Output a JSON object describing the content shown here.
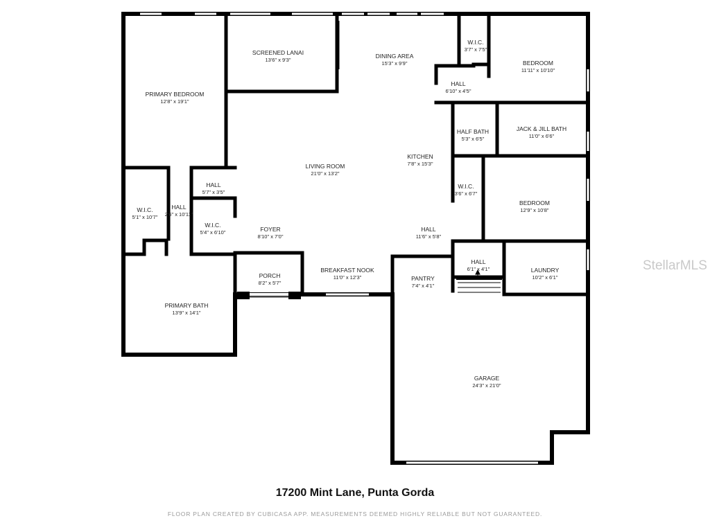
{
  "rooms": [
    {
      "id": "primary-bedroom",
      "name": "PRIMARY BEDROOM",
      "dims": "12'8\" x 19'1\""
    },
    {
      "id": "screened-lanai",
      "name": "SCREENED LANAI",
      "dims": "13'6\" x 9'3\""
    },
    {
      "id": "dining-area",
      "name": "DINING AREA",
      "dims": "15'3\" x 9'9\""
    },
    {
      "id": "wic-top",
      "name": "W.I.C.",
      "dims": "3'7\" x 7'5\""
    },
    {
      "id": "bedroom-top",
      "name": "BEDROOM",
      "dims": "11'11\" x 10'10\""
    },
    {
      "id": "hall-top",
      "name": "HALL",
      "dims": "6'10\" x 4'5\""
    },
    {
      "id": "half-bath",
      "name": "HALF BATH",
      "dims": "5'3\" x 6'5\""
    },
    {
      "id": "jack-jill-bath",
      "name": "JACK & JILL BATH",
      "dims": "11'0\" x 6'6\""
    },
    {
      "id": "kitchen",
      "name": "KITCHEN",
      "dims": "7'8\" x 15'3\""
    },
    {
      "id": "living-room",
      "name": "LIVING ROOM",
      "dims": "21'0\" x 13'2\""
    },
    {
      "id": "hall-small",
      "name": "HALL",
      "dims": "5'7\" x 3'5\""
    },
    {
      "id": "wic-left",
      "name": "W.I.C.",
      "dims": "5'1\" x 10'7\""
    },
    {
      "id": "hall-left",
      "name": "HALL",
      "dims": "2'6\" x 10'11\""
    },
    {
      "id": "wic-mid",
      "name": "W.I.C.",
      "dims": "5'4\" x 6'10\""
    },
    {
      "id": "wic-right",
      "name": "W.I.C.",
      "dims": "3'6\" x 6'7\""
    },
    {
      "id": "bedroom-right",
      "name": "BEDROOM",
      "dims": "12'9\" x 10'8\""
    },
    {
      "id": "foyer",
      "name": "FOYER",
      "dims": "8'10\" x 7'0\""
    },
    {
      "id": "hall-center",
      "name": "HALL",
      "dims": "11'6\" x 5'8\""
    },
    {
      "id": "hall-laundry",
      "name": "HALL",
      "dims": "6'1\" x 4'1\""
    },
    {
      "id": "laundry",
      "name": "LAUNDRY",
      "dims": "10'2\" x 6'1\""
    },
    {
      "id": "porch",
      "name": "PORCH",
      "dims": "8'2\" x 5'7\""
    },
    {
      "id": "breakfast-nook",
      "name": "BREAKFAST NOOK",
      "dims": "11'0\" x 12'3\""
    },
    {
      "id": "pantry",
      "name": "PANTRY",
      "dims": "7'4\" x 4'1\""
    },
    {
      "id": "primary-bath",
      "name": "PRIMARY BATH",
      "dims": "13'9\" x 14'1\""
    },
    {
      "id": "garage",
      "name": "GARAGE",
      "dims": "24'3\" x 21'0\""
    }
  ],
  "address": "17200 Mint Lane, Punta Gorda",
  "disclaimer": "FLOOR PLAN CREATED BY CUBICASA APP. MEASUREMENTS DEEMED HIGHLY RELIABLE BUT NOT GUARANTEED.",
  "watermark": "StellarMLS",
  "colors": {
    "wall": "#000000",
    "text": "#222222",
    "background": "#ffffff",
    "disclaimer": "#9a9a9a",
    "watermark": "#c9c9c9"
  }
}
